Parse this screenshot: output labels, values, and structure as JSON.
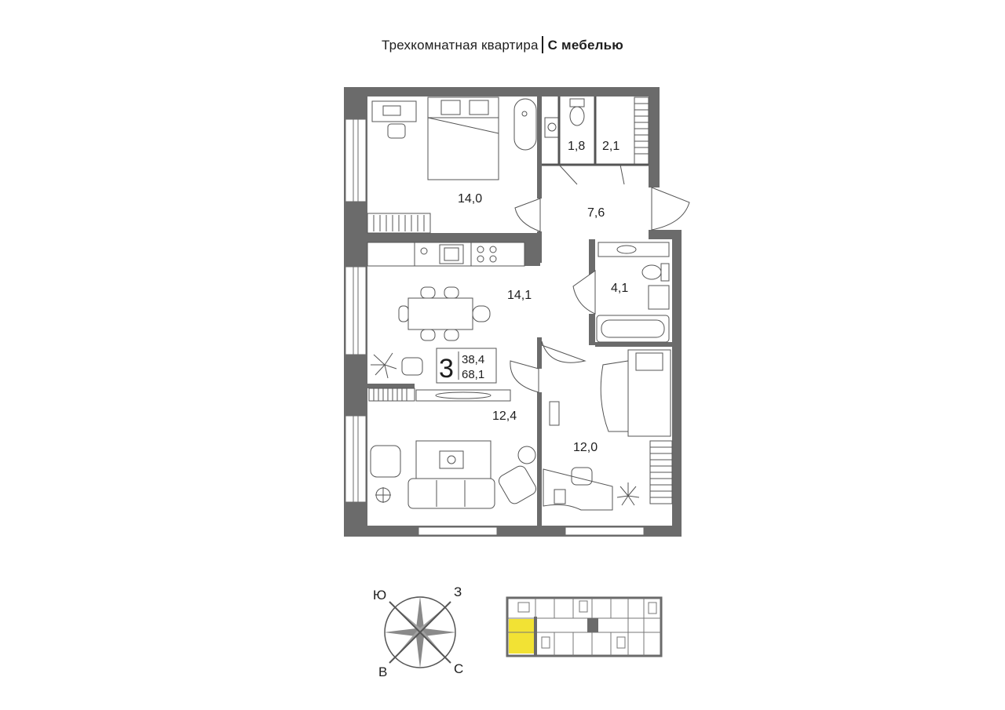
{
  "header": {
    "type": "Трехкомнатная квартира",
    "furnished": "С мебелью"
  },
  "summary": {
    "rooms": "3",
    "living_area": "38,4",
    "total_area": "68,1"
  },
  "rooms": {
    "bedroom_nw": "14,0",
    "wc": "1,8",
    "closet": "2,1",
    "hall": "7,6",
    "kitchen": "14,1",
    "bathroom": "4,1",
    "living": "12,4",
    "bedroom_se": "12,0"
  },
  "compass": {
    "south": "Ю",
    "west": "З",
    "east": "В",
    "north": "С"
  },
  "colors": {
    "wall": "#6b6b6b",
    "furniture": "#555555",
    "highlight": "#f2e234",
    "text": "#1e1e1e"
  },
  "icons": [
    "compass-rose-icon",
    "floor-key-plan-icon"
  ]
}
